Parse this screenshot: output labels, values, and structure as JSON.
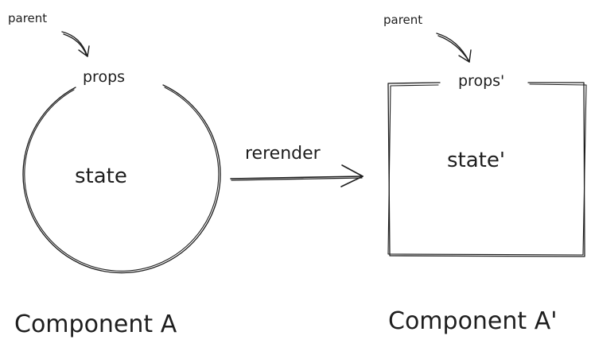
{
  "diagram": {
    "left": {
      "parent_label": "parent",
      "props_label": "props",
      "state_label": "state",
      "caption": "Component A"
    },
    "edge": {
      "label": "rerender"
    },
    "right": {
      "parent_label": "parent",
      "props_label": "props'",
      "state_label": "state'",
      "caption": "Component A'"
    },
    "colors": {
      "ink": "#1e1e1e",
      "background": "#ffffff"
    }
  }
}
